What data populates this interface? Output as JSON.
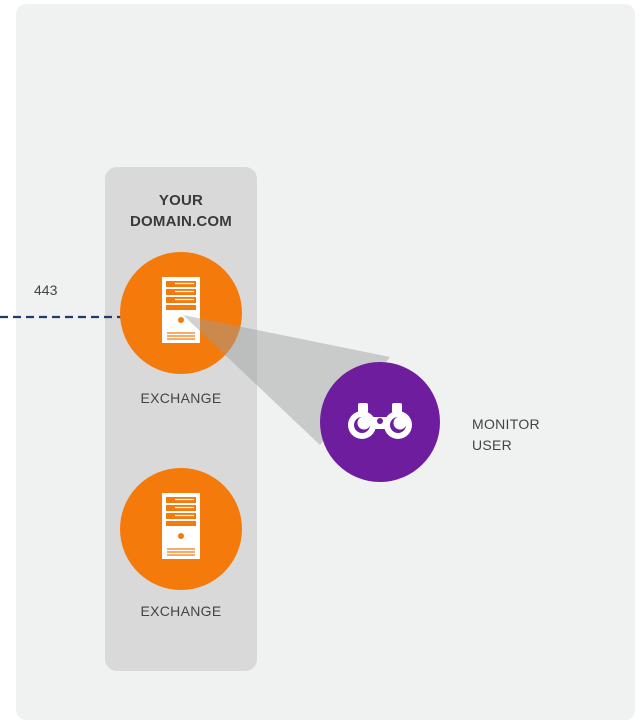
{
  "domain_box": {
    "title_line1": "YOUR",
    "title_line2": "DOMAIN.COM"
  },
  "connection": {
    "port": "443"
  },
  "nodes": [
    {
      "label": "EXCHANGE",
      "icon": "server-icon",
      "color": "#f47a0c"
    },
    {
      "label": "EXCHANGE",
      "icon": "server-icon",
      "color": "#f47a0c"
    }
  ],
  "monitor": {
    "label_line1": "MONITOR",
    "label_line2": "USER",
    "icon": "binoculars-icon",
    "color": "#6e1d9e"
  },
  "colors": {
    "panel": "#f0f1f1",
    "domain_box": "#d9d9d9",
    "dashed_line": "#1f3d6b",
    "view_cone": "#b8b9b9"
  }
}
